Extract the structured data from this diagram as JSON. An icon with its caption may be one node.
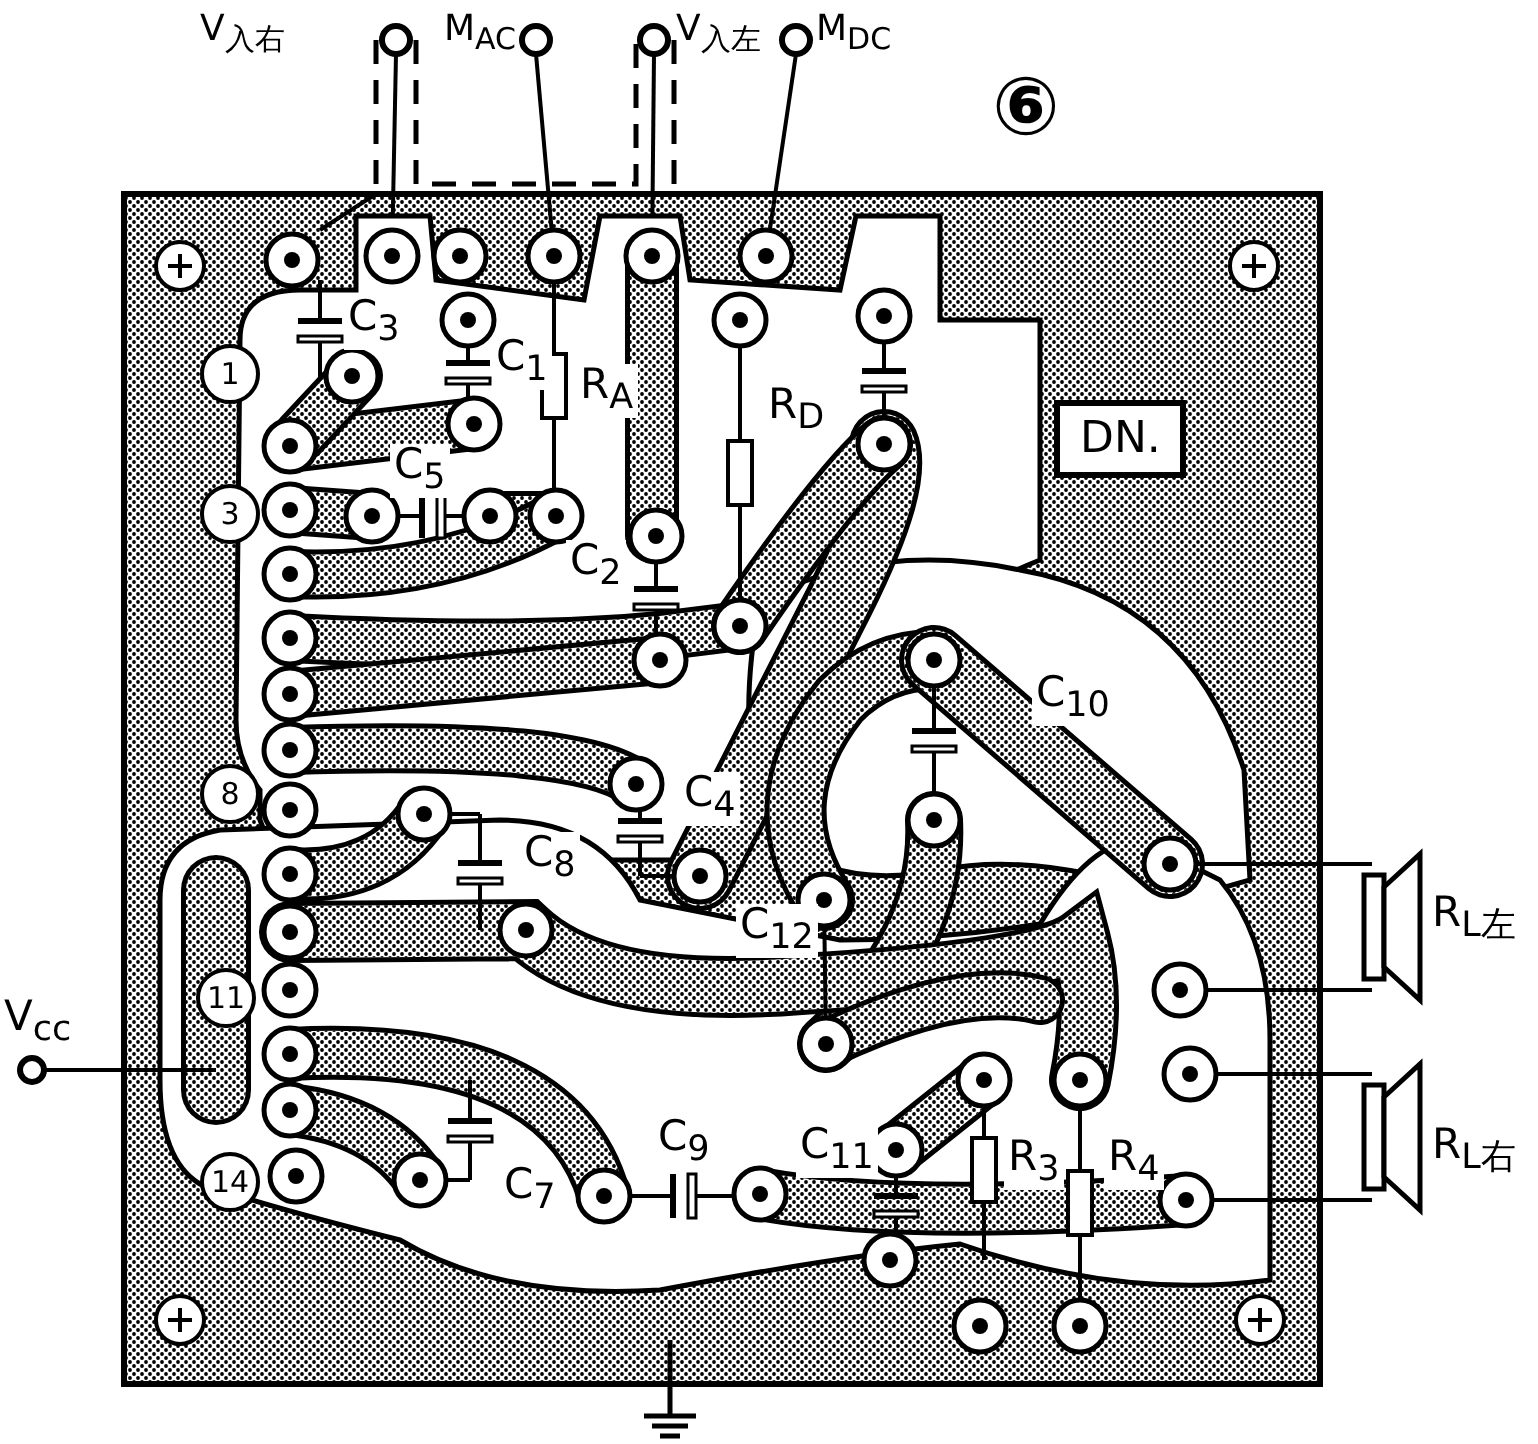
{
  "diagram": {
    "nodes": [
      {
        "text": [
          "DN."
        ]
      }
    ],
    "labels": [
      "V$_{入右}$",
      "M$_{AC}$",
      "V$_{入左}$",
      "M$_{DC}$",
      "⑥",
      "C$_{3}$",
      "C$_{1}$",
      "1",
      "R$_{A}$",
      "R$_{D}$",
      "C$_{5}$",
      "3",
      "C$_{2}$",
      "C$_{10}$",
      "8",
      "C$_{4}$",
      "C$_{8}$",
      "C$_{12}$",
      "R$_{L左}$",
      "V$_{cc}$",
      "11",
      "C$_{9}$",
      "C$_{11}$",
      "R$_{3}$",
      "R$_{4}$",
      "R$_{L右}$",
      "14",
      "C$_{7}$"
    ]
  }
}
